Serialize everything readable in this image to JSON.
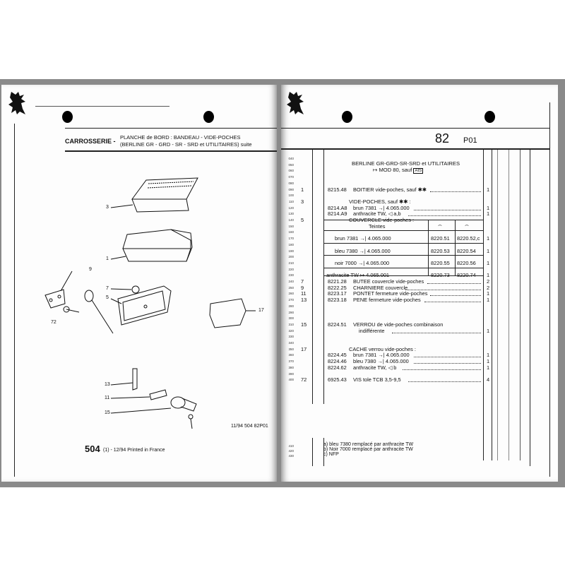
{
  "left_page": {
    "section": "CARROSSERIE -",
    "title_line1": "PLANCHE de BORD : BANDEAU - VIDE-POCHES",
    "title_line2": "(BERLINE GR - GRD - SR - SRD et UTILITAIRES) suite",
    "callouts": [
      "3",
      "1",
      "9",
      "7",
      "5",
      "72",
      "17",
      "13",
      "11",
      "15"
    ],
    "ref": "11/94  504  82P01",
    "footer_model": "504",
    "footer_suffix": "(1) - 12/94 Printed in France",
    "icons": [
      "lion-logo-icon"
    ]
  },
  "right_page": {
    "page_number": "82",
    "page_code": "P01",
    "heading1": "BERLINE GR-GRD-SR-SRD et UTILITAIRES",
    "heading2": "↦ MOD 80, sauf",
    "heading2_box": "AIS",
    "line_codes": [
      "040",
      "050",
      "060",
      "070",
      "080",
      "090",
      "100",
      "110",
      "120",
      "130",
      "140",
      "150",
      "160",
      "170",
      "180",
      "190",
      "200",
      "210",
      "220",
      "230",
      "240",
      "250",
      "260",
      "270",
      "280",
      "290",
      "300",
      "310",
      "320",
      "330",
      "340",
      "350",
      "360",
      "370",
      "380",
      "390",
      "400"
    ],
    "entries": [
      {
        "code": 90,
        "item": "1",
        "ref": "8215.48",
        "text": "BOITIER vide-poches, sauf ✱✱",
        "qty": "1"
      },
      {
        "code": 110,
        "item": "3",
        "ref": "",
        "text": "VIDE-POCHES, sauf ✱✱ :",
        "qty": ""
      },
      {
        "code": 120,
        "item": "",
        "ref": "8214.A8",
        "text": "brun 7381 →| 4.065.000",
        "qty": "1"
      },
      {
        "code": 130,
        "item": "",
        "ref": "8214.A9",
        "text": "anthracite TW, ◁ a,b",
        "qty": "1"
      },
      {
        "code": 140,
        "item": "5",
        "ref": "",
        "text": "COUVERCLE vide-poches :",
        "qty": ""
      },
      {
        "code": 240,
        "item": "7",
        "ref": "8221.28",
        "text": "BUTEE couvercle vide-poches",
        "qty": "2"
      },
      {
        "code": 250,
        "item": "9",
        "ref": "8222.25",
        "text": "CHARNIERE couvercle",
        "qty": "2"
      },
      {
        "code": 260,
        "item": "11",
        "ref": "8223.17",
        "text": "PONTET fermeture vide-poches",
        "qty": "1"
      },
      {
        "code": 270,
        "item": "13",
        "ref": "8223.18",
        "text": "PENE fermeture vide-poches",
        "qty": "1"
      },
      {
        "code": 310,
        "item": "15",
        "ref": "8224.51",
        "text": "VERROU de vide-poches combinaison",
        "qty": ""
      },
      {
        "code": 320,
        "item": "",
        "ref": "",
        "text": "indifférente",
        "qty": "1"
      },
      {
        "code": 350,
        "item": "17",
        "ref": "",
        "text": "CACHE verrou vide-poches :",
        "qty": ""
      },
      {
        "code": 360,
        "item": "",
        "ref": "8224.45",
        "text": "brun 7381 →| 4.065.000",
        "qty": "1"
      },
      {
        "code": 370,
        "item": "",
        "ref": "8224.46",
        "text": "bleu 7380 →| 4.065.000",
        "qty": "1"
      },
      {
        "code": 380,
        "item": "",
        "ref": "8224.62",
        "text": "anthracite TW, ◁ b",
        "qty": "1"
      },
      {
        "code": 400,
        "item": "72",
        "ref": "6925.43",
        "text": "VIS tole TCB 3,5-9,5",
        "qty": "4"
      }
    ],
    "shade_table": {
      "header": "Teintes",
      "rows": [
        {
          "code": 170,
          "shade": "brun 7381 →| 4.065.000",
          "a": "8220.51",
          "b": "8220.52,c",
          "qty": "1"
        },
        {
          "code": 190,
          "shade": "bleu 7380 →| 4.065.000",
          "a": "8220.53",
          "b": "8220.54",
          "qty": "1"
        },
        {
          "code": 210,
          "shade": "noir 7000 →| 4.065.000",
          "a": "8220.55",
          "b": "8220.56",
          "qty": "1"
        },
        {
          "code": 230,
          "shade": "anthracite TW ↦ 4.065.001",
          "a": "8220.73",
          "b": "8220.74",
          "qty": "1"
        }
      ]
    },
    "notes_codes": [
      "410",
      "420",
      "430"
    ],
    "notes": [
      "a) bleu 7380 remplacé par anthracite TW",
      "b) Noir 7000 remplacé par anthracite TW",
      "c) NFP"
    ]
  }
}
